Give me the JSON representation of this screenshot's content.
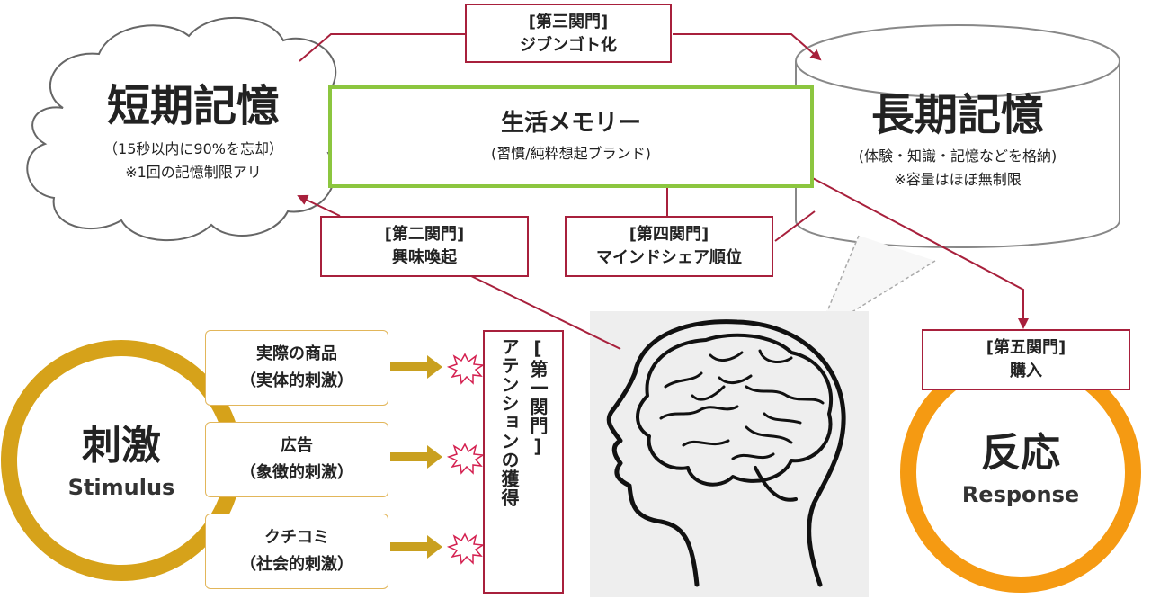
{
  "short_term": {
    "title": "短期記憶",
    "note1": "（15秒以内に90%を忘却）",
    "note2": "※1回の記憶制限アリ"
  },
  "long_term": {
    "title": "長期記憶",
    "note1": "(体験・知識・記憶などを格納)",
    "note2": "※容量はほぼ無制限"
  },
  "life_memory": {
    "title": "生活メモリー",
    "sub": "(習慣/純粋想起ブランド)"
  },
  "gates": {
    "gate1": {
      "label": "[第一関門]",
      "text": "アテンションの獲得"
    },
    "gate2": {
      "label": "[第二関門]",
      "text": "興味喚起"
    },
    "gate3": {
      "label": "[第三関門]",
      "text": "ジブンゴト化"
    },
    "gate4": {
      "label": "[第四関門]",
      "text": "マインドシェア順位"
    },
    "gate5": {
      "label": "[第五関門]",
      "text": "購入"
    }
  },
  "stimulus": {
    "title": "刺激",
    "sub": "Stimulus",
    "items": [
      {
        "line1": "実際の商品",
        "line2": "（実体的刺激）"
      },
      {
        "line1": "広告",
        "line2": "（象徴的刺激）"
      },
      {
        "line1": "クチコミ",
        "line2": "（社会的刺激）"
      }
    ]
  },
  "response": {
    "title": "反応",
    "sub": "Response"
  },
  "colors": {
    "gate_border": "#a8203c",
    "stimulus_ring": "#d6a21a",
    "response_ring": "#f59a12",
    "life_memory_border": "#8cc63f",
    "arrow_gold": "#c9a020"
  },
  "icons": [
    "cloud-icon",
    "cylinder-icon",
    "brain-head-icon",
    "burst-icon"
  ]
}
